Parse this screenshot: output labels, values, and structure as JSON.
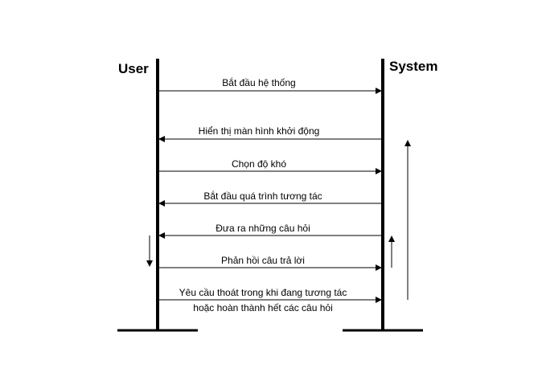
{
  "actors": {
    "left": "User",
    "right": "System"
  },
  "messages": [
    {
      "label": "Bắt đầu hệ thống",
      "direction": "to-system"
    },
    {
      "label": "Hiển thị màn hình khởi động",
      "direction": "to-user"
    },
    {
      "label": "Chọn độ khó",
      "direction": "to-system"
    },
    {
      "label": "Bắt đầu quá trình tương tác",
      "direction": "to-user"
    },
    {
      "label": "Đưa ra những câu hỏi",
      "direction": "to-user"
    },
    {
      "label": "Phản hồi câu trả lời",
      "direction": "to-system"
    },
    {
      "label": "Yêu cầu thoát trong khi đang tương tác",
      "label2": "hoặc hoàn thành hết các câu hỏi",
      "direction": "to-system"
    }
  ],
  "colors": {
    "line": "#000000",
    "background": "#ffffff"
  }
}
